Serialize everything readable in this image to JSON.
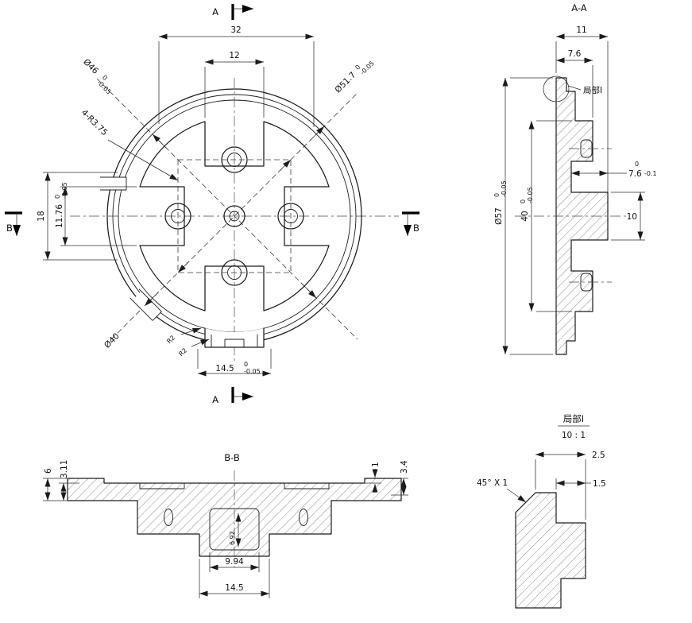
{
  "front": {
    "a_label": "A",
    "b_label": "B",
    "dim32": "32",
    "dim12": "12",
    "dim18": "18",
    "dim1176": "11.76",
    "dim1176_hi": "0",
    "dim1176_lo": "-0.05",
    "dia46": "Ø46",
    "dia46_hi": "0",
    "dia46_lo": "-0.05",
    "dia517": "Ø51.7",
    "dia517_hi": "0",
    "dia517_lo": "-0.05",
    "r375": "4-R3.75",
    "dia40": "Ø40",
    "r2a": "R2",
    "r2b": "R2",
    "dim145": "14.5",
    "dim145_hi": "0",
    "dim145_lo": "-0.05"
  },
  "aa": {
    "title": "A-A",
    "dim11": "11",
    "dim76": "7.6",
    "dia57": "Ø57",
    "dia57_hi": "0",
    "dia57_lo": "-0.05",
    "dim40": "40",
    "dim40_hi": "0",
    "dim40_lo": "-0.05",
    "dim76r": "7.6",
    "dim76r_hi": "0",
    "dim76r_lo": "-0.1",
    "dim10": "10",
    "callout": "局部I"
  },
  "bb": {
    "title": "B-B",
    "dim6": "6",
    "dim311": "3.11",
    "dim1": "1",
    "dim34": "3.4",
    "dim692": "6.92",
    "dim994": "9.94",
    "dim145": "14.5"
  },
  "detail": {
    "title": "局部I",
    "scale": "10 : 1",
    "dim25": "2.5",
    "dim15": "1.5",
    "chamfer": "45° X 1"
  }
}
